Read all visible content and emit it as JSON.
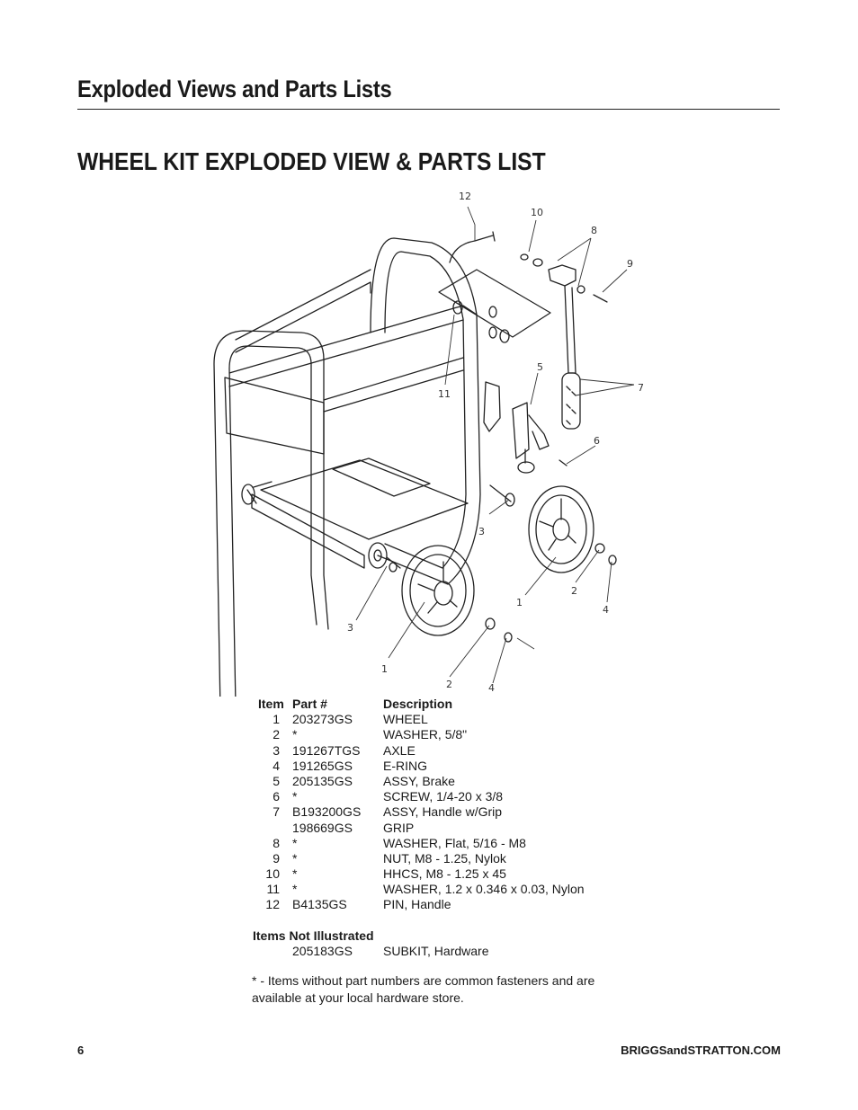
{
  "header": {
    "section_title": "Exploded Views and Parts Lists"
  },
  "kit_title": "WHEEL KIT EXPLODED VIEW & PARTS LIST",
  "diagram": {
    "callouts": [
      "12",
      "10",
      "8",
      "9",
      "5",
      "11",
      "7",
      "6",
      "3",
      "1",
      "2",
      "4",
      "3",
      "1",
      "2",
      "4"
    ]
  },
  "parts_list": {
    "headers": {
      "item": "Item",
      "part": "Part #",
      "description": "Description"
    },
    "rows": [
      {
        "item": "1",
        "part": "203273GS",
        "description": "WHEEL"
      },
      {
        "item": "2",
        "part": "*",
        "description": "WASHER, 5/8\""
      },
      {
        "item": "3",
        "part": "191267TGS",
        "description": "AXLE"
      },
      {
        "item": "4",
        "part": "191265GS",
        "description": "E-RING"
      },
      {
        "item": "5",
        "part": "205135GS",
        "description": "ASSY, Brake"
      },
      {
        "item": "6",
        "part": "*",
        "description": "SCREW, 1/4-20 x 3/8"
      },
      {
        "item": "7",
        "part": "B193200GS",
        "description": "ASSY, Handle w/Grip"
      },
      {
        "item": "",
        "part": "198669GS",
        "description": "GRIP"
      },
      {
        "item": "8",
        "part": "*",
        "description": "WASHER, Flat, 5/16 - M8"
      },
      {
        "item": "9",
        "part": "*",
        "description": "NUT, M8 - 1.25, Nylok"
      },
      {
        "item": "10",
        "part": "*",
        "description": "HHCS, M8 - 1.25 x 45"
      },
      {
        "item": "11",
        "part": "*",
        "description": "WASHER, 1.2 x 0.346 x 0.03, Nylon"
      },
      {
        "item": "12",
        "part": "B4135GS",
        "description": "PIN, Handle"
      }
    ]
  },
  "not_illustrated": {
    "title": "Items Not Illustrated",
    "rows": [
      {
        "part": "205183GS",
        "description": "SUBKIT, Hardware"
      }
    ]
  },
  "footnote": "* - Items without part numbers are common fasteners and are available at your local hardware store.",
  "footer": {
    "page_number": "6",
    "website": "BRIGGSandSTRATTON.COM"
  }
}
